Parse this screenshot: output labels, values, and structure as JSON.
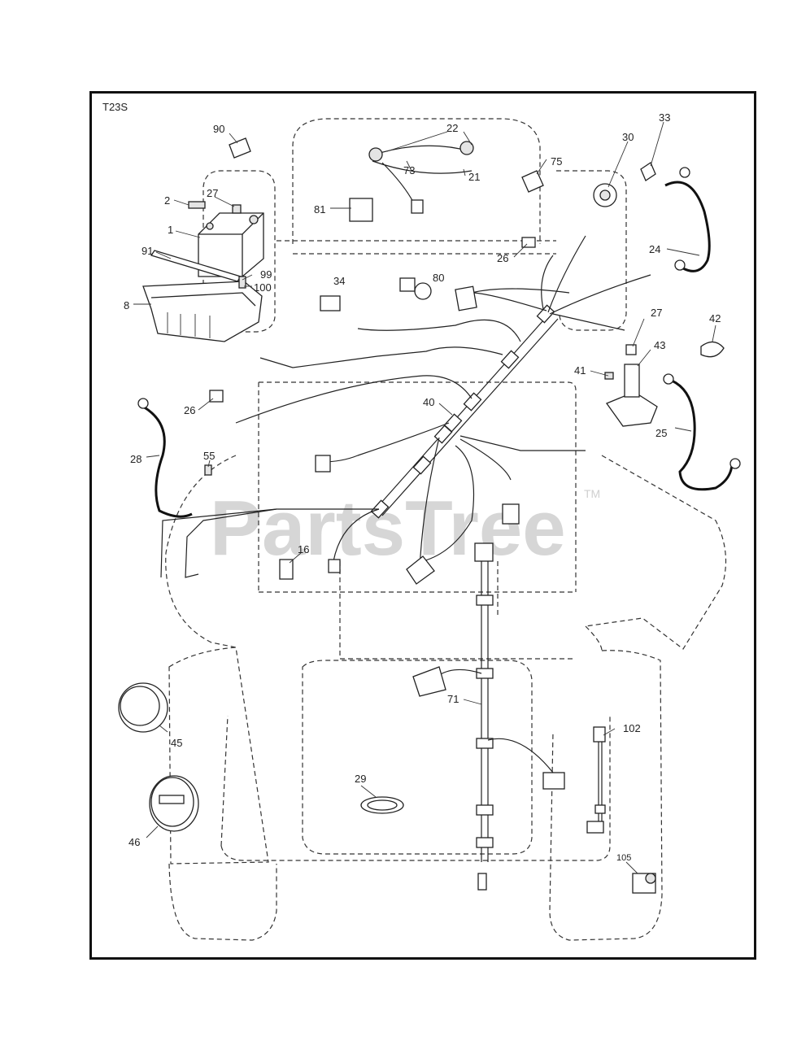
{
  "diagram_code": "T23S",
  "watermark": {
    "text": "PartsTree",
    "tm": "TM"
  },
  "callouts": [
    {
      "id": "c90",
      "text": "90"
    },
    {
      "id": "c22",
      "text": "22"
    },
    {
      "id": "c30",
      "text": "30"
    },
    {
      "id": "c33",
      "text": "33"
    },
    {
      "id": "c2",
      "text": "2"
    },
    {
      "id": "c27a",
      "text": "27"
    },
    {
      "id": "c73",
      "text": "73"
    },
    {
      "id": "c21",
      "text": "21"
    },
    {
      "id": "c75",
      "text": "75"
    },
    {
      "id": "c81",
      "text": "81"
    },
    {
      "id": "c1",
      "text": "1"
    },
    {
      "id": "c91",
      "text": "91"
    },
    {
      "id": "c26a",
      "text": "26"
    },
    {
      "id": "c24",
      "text": "24"
    },
    {
      "id": "c99",
      "text": "99"
    },
    {
      "id": "c100",
      "text": "100"
    },
    {
      "id": "c34",
      "text": "34"
    },
    {
      "id": "c80",
      "text": "80"
    },
    {
      "id": "c8",
      "text": "8"
    },
    {
      "id": "c27b",
      "text": "27"
    },
    {
      "id": "c42",
      "text": "42"
    },
    {
      "id": "c43",
      "text": "43"
    },
    {
      "id": "c41",
      "text": "41"
    },
    {
      "id": "c40",
      "text": "40"
    },
    {
      "id": "c26b",
      "text": "26"
    },
    {
      "id": "c25",
      "text": "25"
    },
    {
      "id": "c28",
      "text": "28"
    },
    {
      "id": "c55",
      "text": "55"
    },
    {
      "id": "c16",
      "text": "16"
    },
    {
      "id": "c71",
      "text": "71"
    },
    {
      "id": "c45",
      "text": "45"
    },
    {
      "id": "c102",
      "text": "102"
    },
    {
      "id": "c29",
      "text": "29"
    },
    {
      "id": "c46",
      "text": "46"
    },
    {
      "id": "c105",
      "text": "105"
    }
  ]
}
